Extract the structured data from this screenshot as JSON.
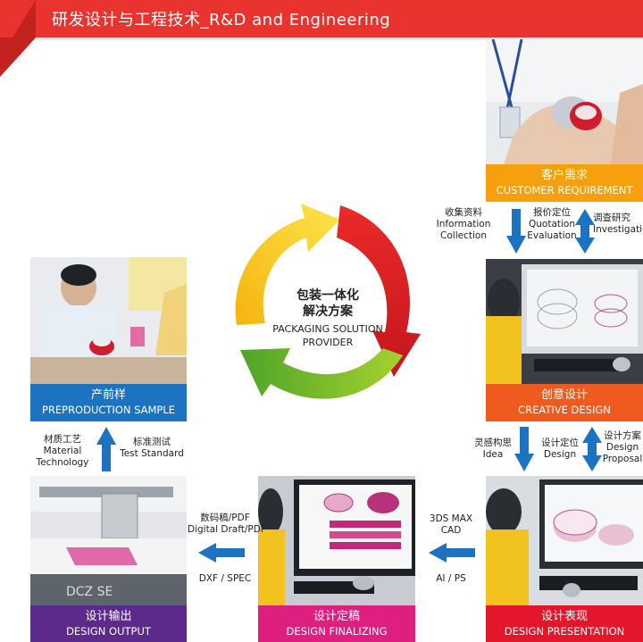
{
  "header": {
    "title": "研发设计与工程技术_R&D and Engineering"
  },
  "center": {
    "cn_line1": "包装一体化",
    "cn_line2": "解决方案",
    "en_line1": "PACKAGING SOLUTION",
    "en_line2": "PROVIDER"
  },
  "stages": {
    "customer_requirement": {
      "cn": "客户需求",
      "en": "CUSTOMER REQUIREMENT",
      "color": "#f5a00c"
    },
    "creative_design": {
      "cn": "创意设计",
      "en": "CREATIVE DESIGN",
      "color": "#ef5a1e"
    },
    "design_presentation": {
      "cn": "设计表现",
      "en": "DESIGN PRESENTATION",
      "color": "#e3162b"
    },
    "design_finalizing": {
      "cn": "设计定稿",
      "en": "DESIGN FINALIZING",
      "color": "#df1f7f"
    },
    "design_output": {
      "cn": "设计输出",
      "en": "DESIGN OUTPUT",
      "color": "#5b2a8b"
    },
    "preproduction_sample": {
      "cn": "产前样",
      "en": "PREPRODUCTION SAMPLE",
      "color": "#1b73c2"
    }
  },
  "notes": {
    "info_collection": {
      "cn": "收集资料",
      "en1": "Information",
      "en2": "Collection"
    },
    "quotation": {
      "cn": "报价定位",
      "en1": "Quotation",
      "en2": "Evaluation"
    },
    "investigation": {
      "cn": "调查研究",
      "en1": "Investigation"
    },
    "idea": {
      "cn": "灵感构思",
      "en1": "Idea"
    },
    "design_position": {
      "cn": "设计定位",
      "en1": "Design"
    },
    "design_proposal": {
      "cn": "设计方案",
      "en1": "Design",
      "en2": "Proposal"
    },
    "three_ds": {
      "en1": "3DS MAX",
      "en2": "CAD"
    },
    "ai_ps": {
      "en1": "AI / PS"
    },
    "digital_draft": {
      "cn": "数码稿/PDF",
      "en1": "Digital Draft/PDF"
    },
    "dxf": {
      "en1": "DXF / SPEC"
    },
    "material": {
      "cn": "材质工艺",
      "en1": "Material",
      "en2": "Technology"
    },
    "test_standard": {
      "cn": "标准测试",
      "en1": "Test Standard"
    }
  },
  "colors": {
    "header": "#e8332f",
    "arrow_blue": "#1b73c2"
  }
}
